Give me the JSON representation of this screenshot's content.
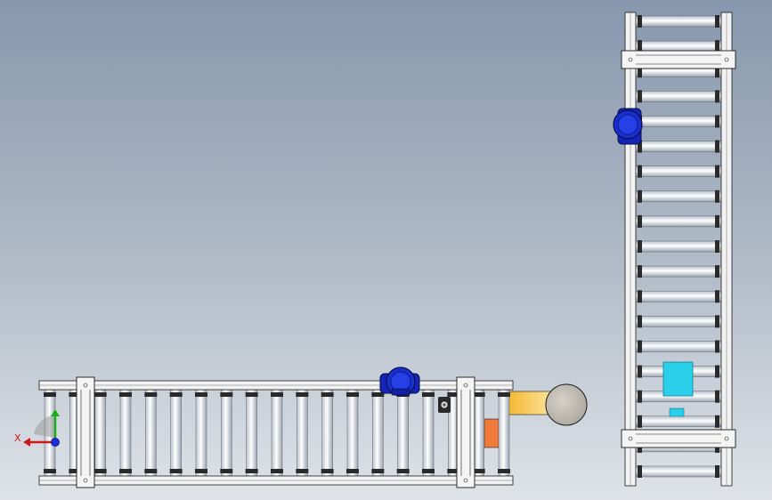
{
  "viewport": {
    "background_top": "#8797ad",
    "background_bottom": "#dfe3e8"
  },
  "model": {
    "horizontal_conveyor": {
      "roller_count": 19,
      "frame_uprights": 2,
      "has_motor": true,
      "has_chute": true
    },
    "vertical_conveyor": {
      "roller_count": 19,
      "frame_uprights": 2,
      "has_motor": true,
      "has_package": true
    }
  },
  "colors": {
    "frame": "#f2f2f2",
    "frame_edge": "#1a1a1a",
    "roller_light": "#ffffff",
    "roller_dark": "#a9b2bd",
    "motor": "#1a2fd0",
    "motor_dark": "#0c1470",
    "package": "#2ad0ea",
    "chute": "#f6c23a",
    "chute_end": "#fff6c0",
    "end_disc": "#c9c5bd",
    "block": "#f07a3a"
  },
  "triad": {
    "x_label": "X",
    "x_color": "#d01818",
    "y_color": "#18b018",
    "z_color": "#1830d8"
  }
}
